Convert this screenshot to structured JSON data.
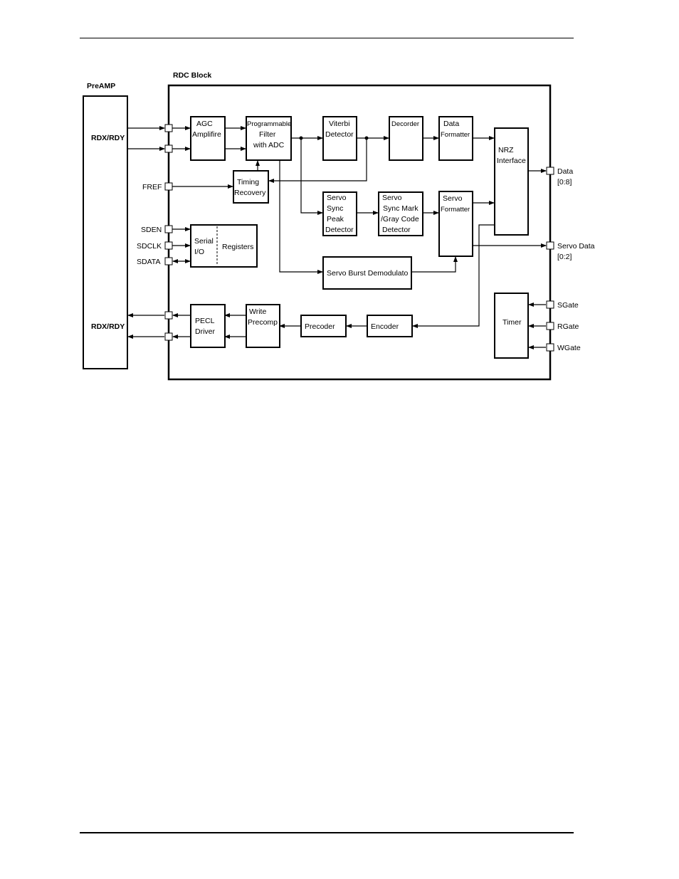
{
  "titles": {
    "rdc_block": "RDC Block",
    "preamp": "PreAMP"
  },
  "preamp": {
    "top_label": "RDX/RDY",
    "bottom_label": "RDX/RDY"
  },
  "blocks": {
    "agc": [
      "AGC",
      "Amplifire"
    ],
    "prog_filter": [
      "Programmable",
      "Filter",
      "with ADC"
    ],
    "viterbi": [
      "Viterbi",
      "Detector"
    ],
    "decorder": [
      "Decorder"
    ],
    "data_formatter": [
      "Data",
      "Formatter"
    ],
    "nrz": [
      "NRZ",
      "Interface"
    ],
    "timing": [
      "Timing",
      "Recovery"
    ],
    "servo_sync": [
      "Servo",
      "Sync",
      "Peak",
      "Detector"
    ],
    "servo_sync_mark": [
      "Servo",
      "Sync Mark",
      "/Gray Code",
      "Detector"
    ],
    "servo_formatter": [
      "Servo",
      "Formatter"
    ],
    "serial_io": [
      "Serial",
      "I/O"
    ],
    "registers": [
      "Registers"
    ],
    "servo_burst": [
      "Servo Burst Demodulato"
    ],
    "pecl": [
      "PECL",
      "Driver"
    ],
    "write_precomp": [
      "Write",
      "Precomp"
    ],
    "precoder": [
      "Precoder"
    ],
    "encoder": [
      "Encoder"
    ],
    "timer": [
      "Timer"
    ]
  },
  "pins": {
    "fref": "FREF",
    "sden": "SDEN",
    "sdclk": "SDCLK",
    "sdata": "SDATA",
    "data": [
      "Data",
      "[0:8]"
    ],
    "servo_data": [
      "Servo Data",
      "[0:2]"
    ],
    "sgate": "SGate",
    "rgate": "RGate",
    "wgate": "WGate"
  }
}
